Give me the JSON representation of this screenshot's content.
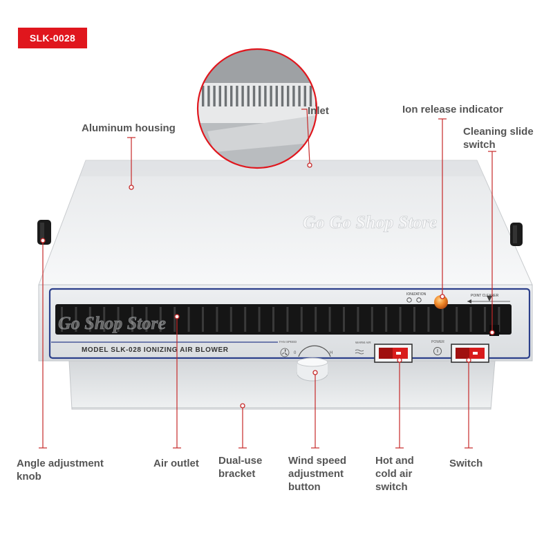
{
  "badge": {
    "model_code": "SLK-0028",
    "color": "#e0161d"
  },
  "callouts": {
    "aluminum_housing": "Aluminum housing",
    "inlet": "Inlet",
    "ion_release_indicator": "Ion release indicator",
    "cleaning_slide_switch": "Cleaning slide switch",
    "angle_adjustment_knob": "Angle adjustment knob",
    "air_outlet": "Air outlet",
    "dual_use_bracket": "Dual-use bracket",
    "wind_speed_button": "Wind speed adjustment button",
    "hot_cold_switch": "Hot and cold air switch",
    "switch": "Switch"
  },
  "device": {
    "model_text": "MODEL SLK-028 IONIZING AIR BLOWER",
    "ionization_label": "IONIZATION",
    "point_cleaner_label": "POINT CLEANER",
    "fan_speed_label": "FAN SPEED",
    "warm_air_label": "WARM AIR",
    "power_label": "POWER",
    "dial_low": "0",
    "dial_high": "H"
  },
  "watermark": {
    "text_upper": "Go Go Shop Store",
    "text_lower": "Go Shop Store"
  },
  "colors": {
    "accent_red": "#e0161d",
    "callout_line": "#c62828",
    "panel_blue": "#2b3f8a",
    "label_gray": "#555555"
  }
}
